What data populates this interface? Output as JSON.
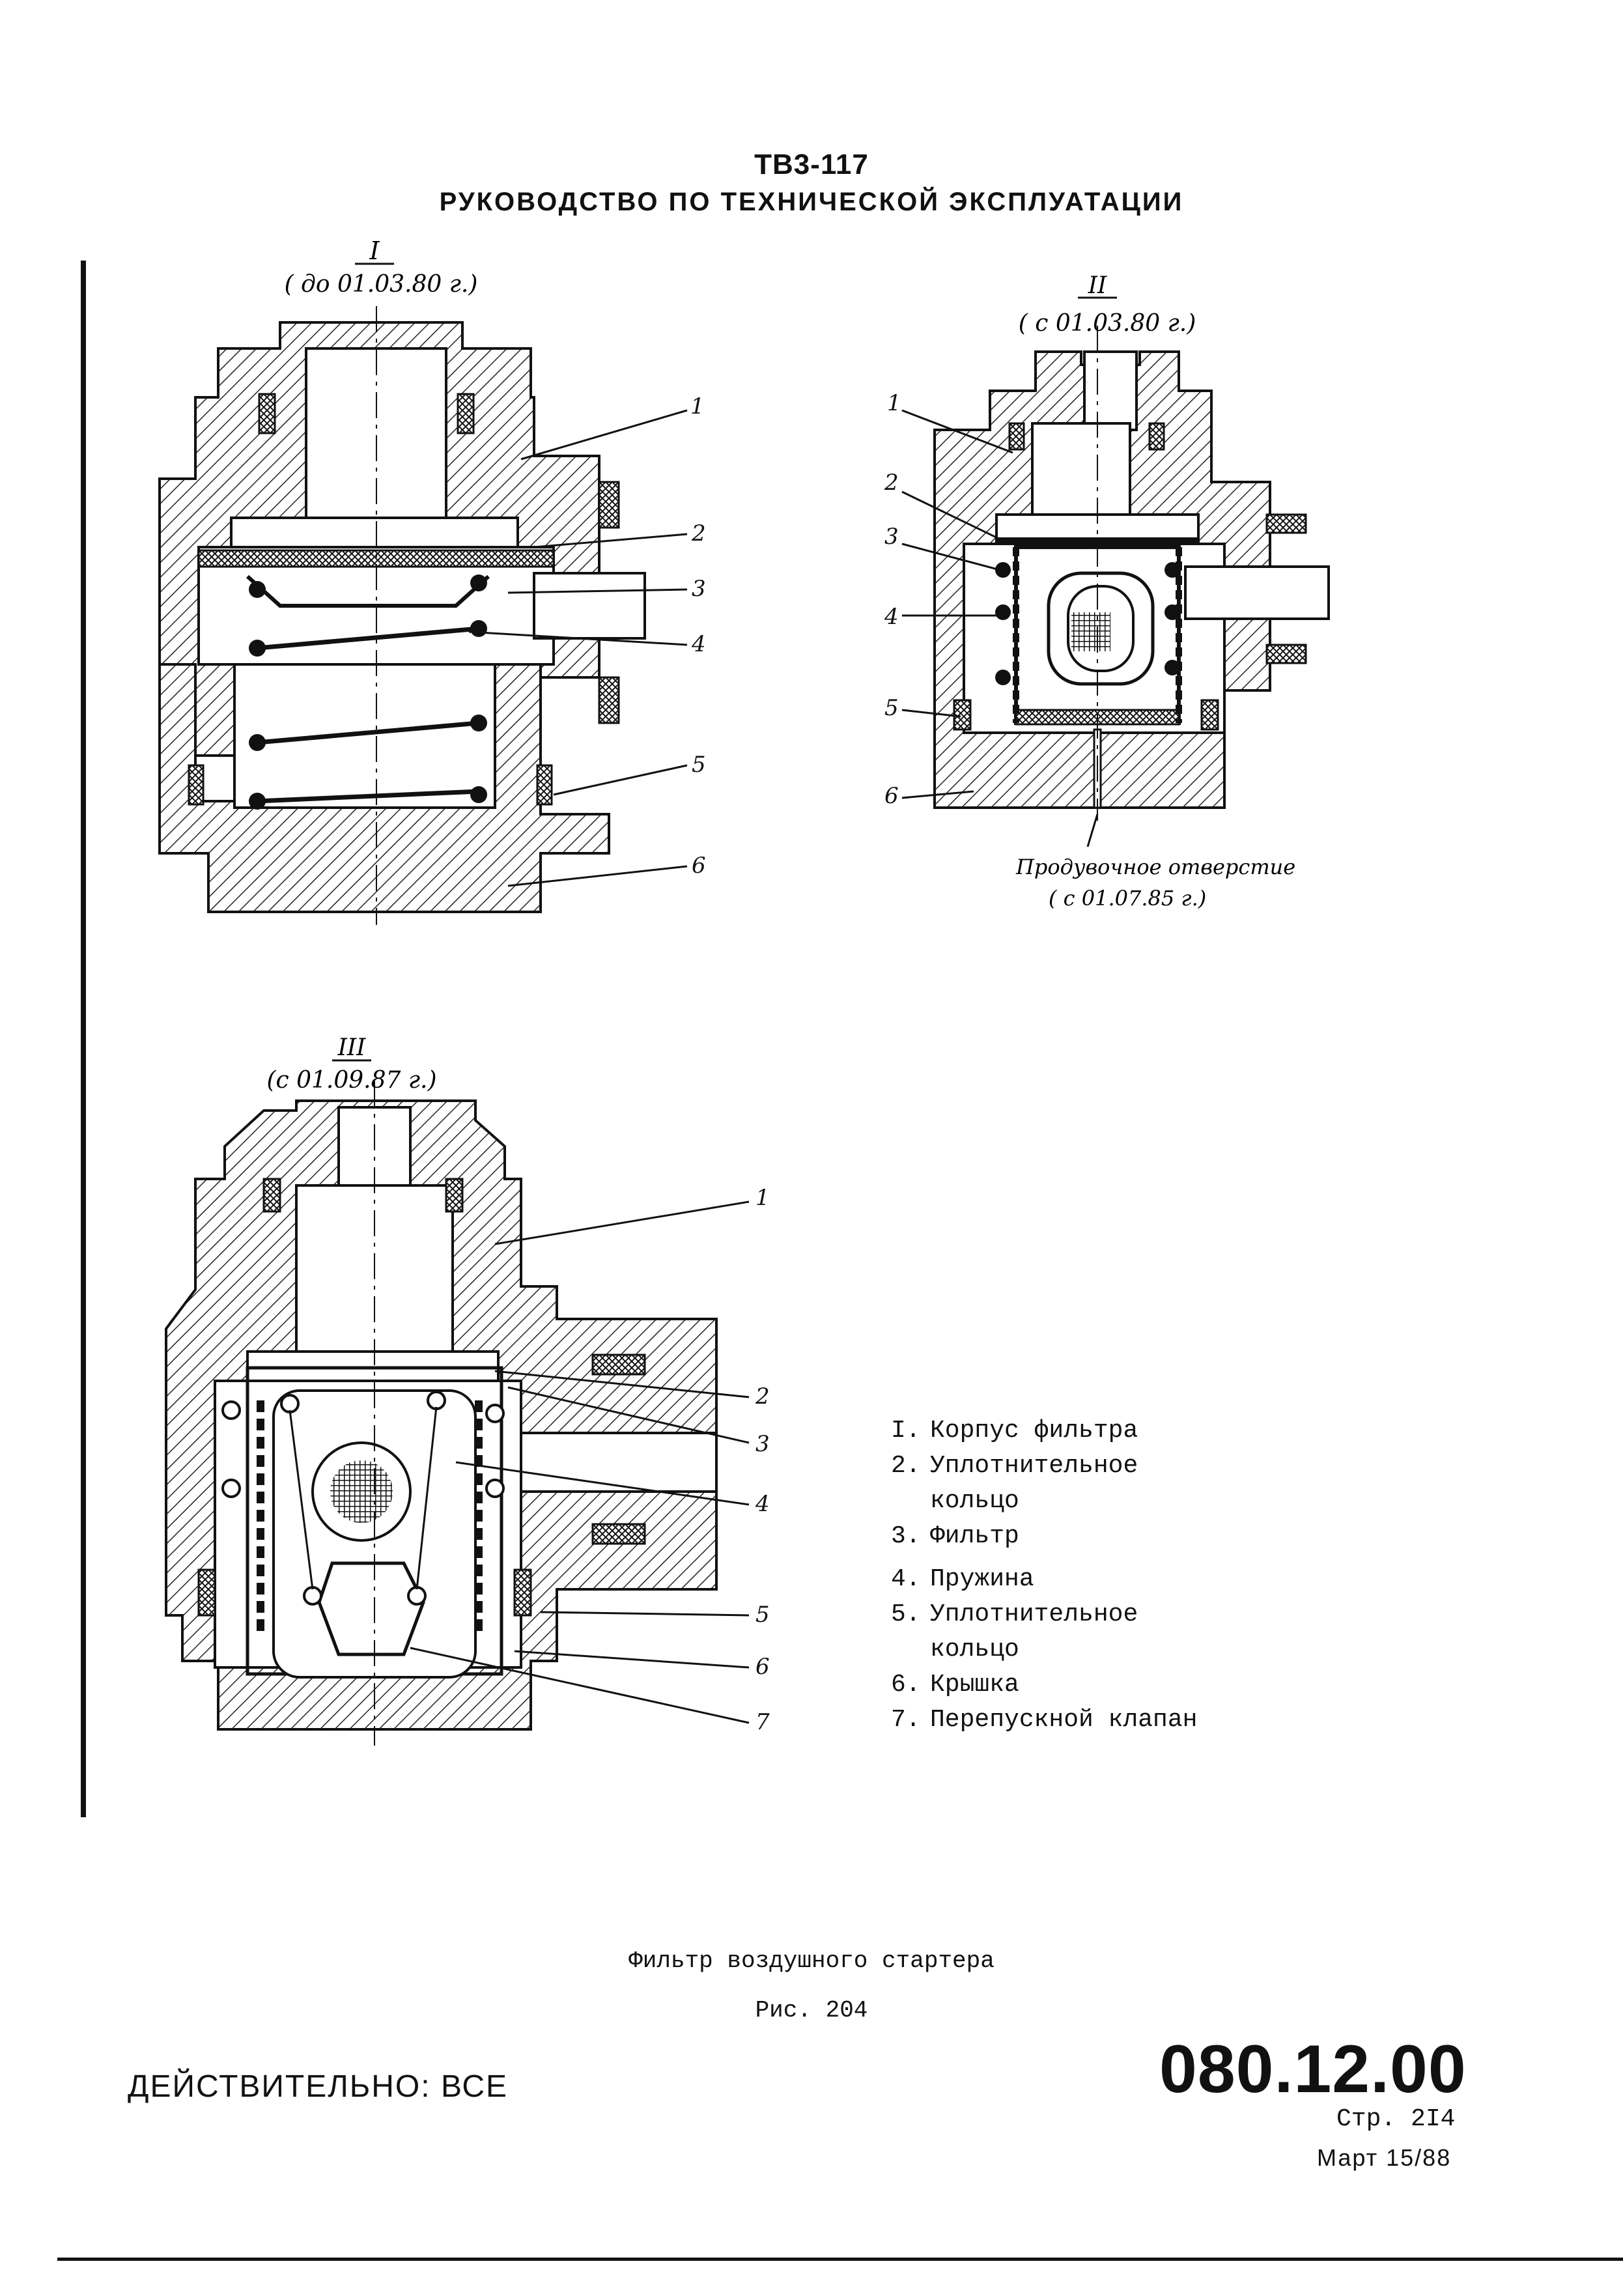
{
  "header": {
    "model": "ТВ3-117",
    "manual_title": "РУКОВОДСТВО ПО ТЕХНИЧЕСКОЙ ЭКСПЛУАТАЦИИ"
  },
  "views": [
    {
      "roman": "I",
      "date": "( до 01.03.80 г.)"
    },
    {
      "roman": "II",
      "date": "( с 01.03.80 г.)"
    },
    {
      "roman": "III",
      "date": "(с 01.09.87 г.)"
    }
  ],
  "callouts": [
    "1",
    "2",
    "3",
    "4",
    "5",
    "6",
    "7"
  ],
  "note": {
    "line1": "Продувочное отверстие",
    "line2": "( с 01.07.85 г.)"
  },
  "legend": [
    {
      "n": "I.",
      "text": "Корпус фильтра"
    },
    {
      "n": "2.",
      "text": "Уплотнительное"
    },
    {
      "n": "",
      "text": "кольцо"
    },
    {
      "n": "3.",
      "text": "Фильтр"
    },
    {
      "n": "4.",
      "text": "Пружина"
    },
    {
      "n": "5.",
      "text": "Уплотнительное"
    },
    {
      "n": "",
      "text": "кольцо"
    },
    {
      "n": "6.",
      "text": "Крышка"
    },
    {
      "n": "7.",
      "text": "Перепускной клапан"
    }
  ],
  "caption": {
    "title": "Фильтр воздушного стартера",
    "figure": "Рис. 204"
  },
  "footer": {
    "validity": "ДЕЙСТВИТЕЛЬНО: ВСЕ",
    "doc_number": "080.12.00",
    "page": "Стр. 2I4",
    "date": "Март 15/88"
  }
}
